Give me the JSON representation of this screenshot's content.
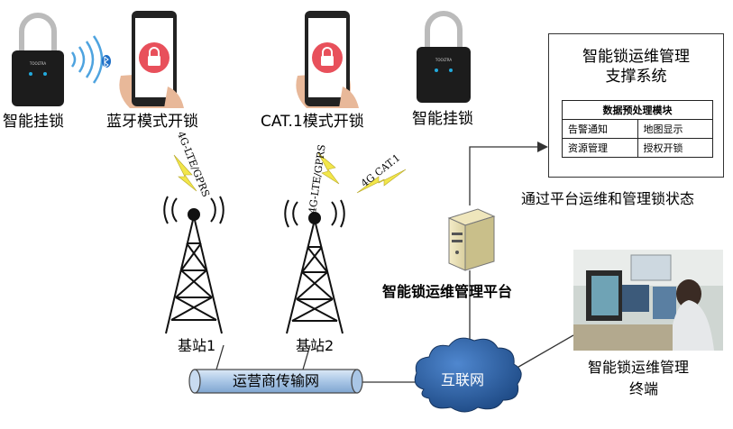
{
  "devices": {
    "lock_left_label": "智能挂锁",
    "phone_bt_label": "蓝牙模式开锁",
    "phone_cat_label": "CAT.1模式开锁",
    "lock_right_label": "智能挂锁"
  },
  "links": {
    "bt_link": "4G-LTE/GPRS",
    "cat_link": "4G-LTE/GPRS",
    "lock_link": "4G CAT.1"
  },
  "system_box": {
    "title_line1": "智能锁运维管理",
    "title_line2": "支撑系统",
    "module_header": "数据预处理模块",
    "cells": [
      "告警通知",
      "地图显示",
      "资源管理",
      "授权开锁"
    ]
  },
  "captions": {
    "status_caption": "通过平台运维和管理锁状态",
    "server_label": "智能锁运维管理平台",
    "station1": "基站1",
    "station2": "基站2",
    "carrier_network": "运营商传输网",
    "internet": "互联网",
    "terminal_line1": "智能锁运维管理",
    "terminal_line2": "终端"
  },
  "colors": {
    "lock_red": "#e8505b",
    "lightning": "#f2e64a",
    "pipe": "#a9c6e6",
    "cloud": "#2e5f9e"
  }
}
